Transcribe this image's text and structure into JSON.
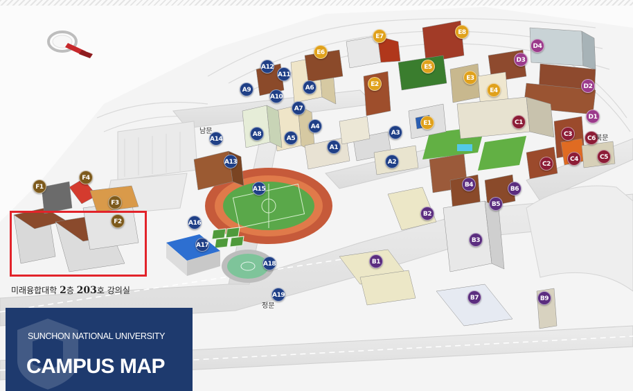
{
  "map": {
    "note": {
      "prefix": "미래융합대학 ",
      "floor_num": "2",
      "floor_suffix": "층 ",
      "room_num": "203",
      "room_suffix": "호 강의실"
    },
    "branding": {
      "university": "SUNCHON NATIONAL UNIVERSITY",
      "title": "CAMPUS MAP"
    },
    "gates": {
      "west": "남문",
      "east": "북문",
      "main": "정문"
    },
    "colors": {
      "A": "#1f3f86",
      "B": "#5b2d7f",
      "C": "#8c1c36",
      "D": "#9b3a8b",
      "E": "#e0a11b",
      "F": "#7d5a1c",
      "highlight": "#e2232a",
      "brand": "#1e3a6e"
    },
    "markers": [
      {
        "id": "A1",
        "group": "A"
      },
      {
        "id": "A2",
        "group": "A"
      },
      {
        "id": "A3",
        "group": "A"
      },
      {
        "id": "A4",
        "group": "A"
      },
      {
        "id": "A5",
        "group": "A"
      },
      {
        "id": "A6",
        "group": "A"
      },
      {
        "id": "A7",
        "group": "A"
      },
      {
        "id": "A8",
        "group": "A"
      },
      {
        "id": "A9",
        "group": "A"
      },
      {
        "id": "A10",
        "group": "A"
      },
      {
        "id": "A11",
        "group": "A"
      },
      {
        "id": "A12",
        "group": "A"
      },
      {
        "id": "A13",
        "group": "A"
      },
      {
        "id": "A14",
        "group": "A"
      },
      {
        "id": "A15",
        "group": "A"
      },
      {
        "id": "A16",
        "group": "A"
      },
      {
        "id": "A17",
        "group": "A"
      },
      {
        "id": "A18",
        "group": "A"
      },
      {
        "id": "A19",
        "group": "A"
      },
      {
        "id": "B1",
        "group": "B"
      },
      {
        "id": "B2",
        "group": "B"
      },
      {
        "id": "B3",
        "group": "B"
      },
      {
        "id": "B4",
        "group": "B"
      },
      {
        "id": "B5",
        "group": "B"
      },
      {
        "id": "B6",
        "group": "B"
      },
      {
        "id": "B7",
        "group": "B"
      },
      {
        "id": "B9",
        "group": "B"
      },
      {
        "id": "C1",
        "group": "C"
      },
      {
        "id": "C2",
        "group": "C"
      },
      {
        "id": "C3",
        "group": "C"
      },
      {
        "id": "C4",
        "group": "C"
      },
      {
        "id": "C5",
        "group": "C"
      },
      {
        "id": "C6",
        "group": "C"
      },
      {
        "id": "D1",
        "group": "D"
      },
      {
        "id": "D2",
        "group": "D"
      },
      {
        "id": "D3",
        "group": "D"
      },
      {
        "id": "D4",
        "group": "D"
      },
      {
        "id": "E1",
        "group": "E"
      },
      {
        "id": "E2",
        "group": "E"
      },
      {
        "id": "E3",
        "group": "E"
      },
      {
        "id": "E4",
        "group": "E"
      },
      {
        "id": "E5",
        "group": "E"
      },
      {
        "id": "E6",
        "group": "E"
      },
      {
        "id": "E7",
        "group": "E"
      },
      {
        "id": "E8",
        "group": "E"
      },
      {
        "id": "F1",
        "group": "F"
      },
      {
        "id": "F2",
        "group": "F"
      },
      {
        "id": "F3",
        "group": "F"
      },
      {
        "id": "F4",
        "group": "F"
      }
    ]
  }
}
